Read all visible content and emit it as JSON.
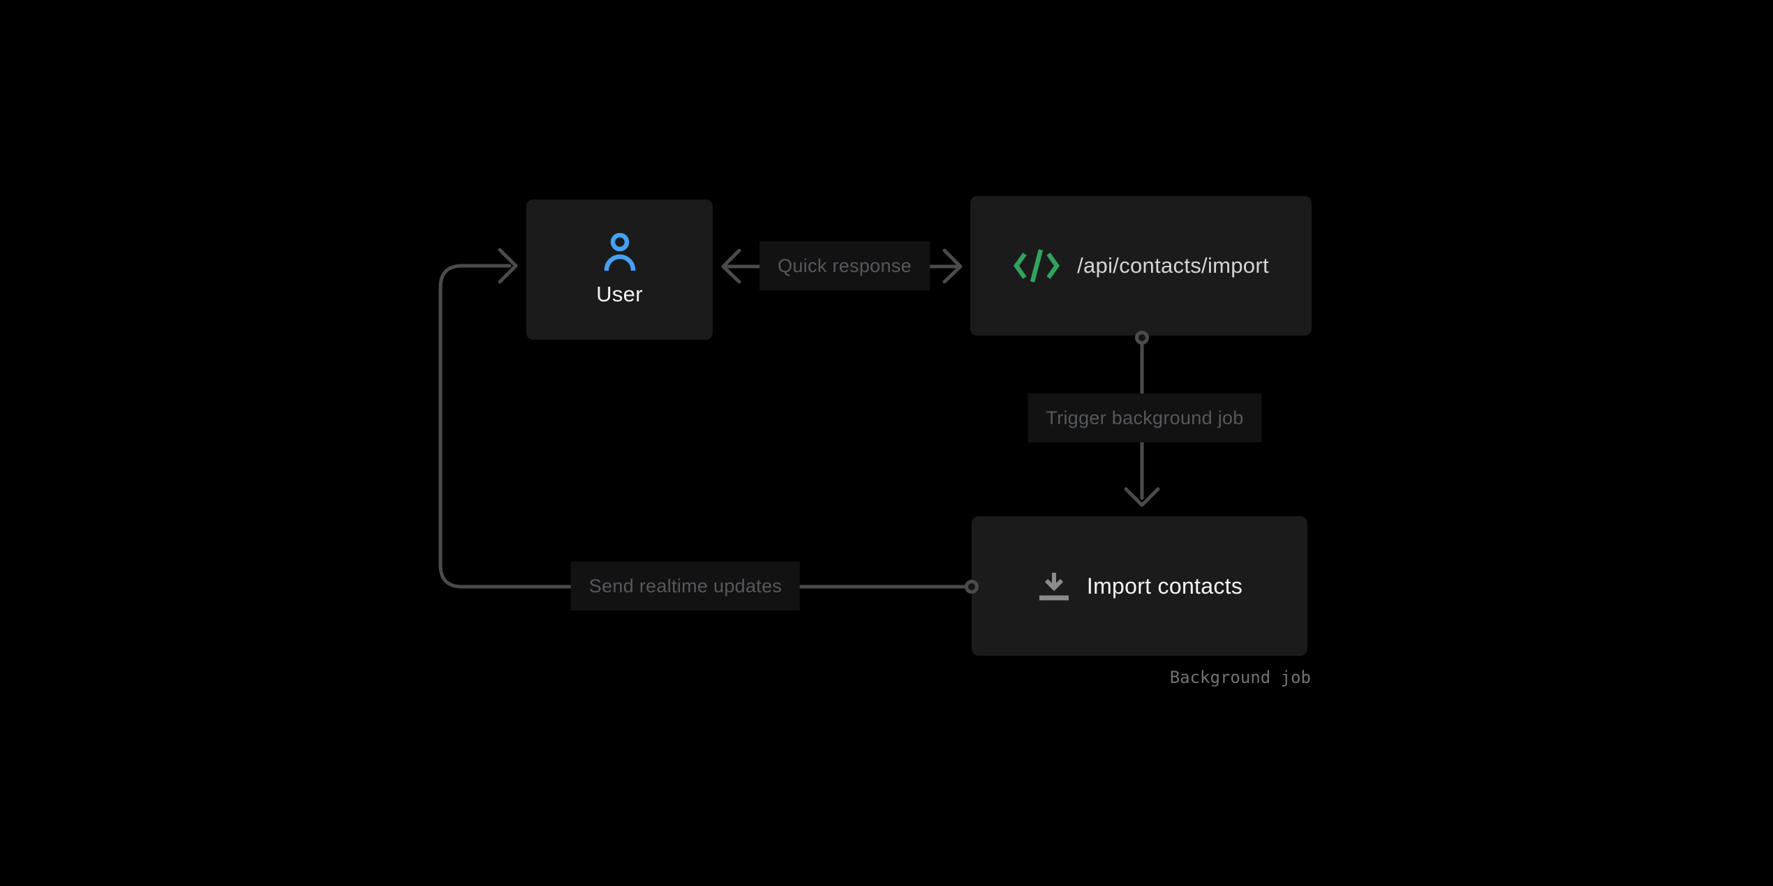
{
  "nodes": {
    "user": {
      "label": "User",
      "icon": "user-icon"
    },
    "api": {
      "label": "/api/contacts/import",
      "icon": "code-icon"
    },
    "job": {
      "label": "Import contacts",
      "icon": "download-icon",
      "caption": "Background job"
    }
  },
  "edges": {
    "quick_response": {
      "label": "Quick response",
      "from": "api",
      "to": "user",
      "direction": "bidirectional"
    },
    "trigger": {
      "label": "Trigger background job",
      "from": "api",
      "to": "job",
      "direction": "down"
    },
    "realtime": {
      "label": "Send realtime updates",
      "from": "job",
      "to": "user",
      "direction": "left-up"
    }
  },
  "colors": {
    "background": "#000000",
    "node_fill": "#1b1b1b",
    "chip_fill": "#121212",
    "edge_stroke": "#4b4b4b",
    "chip_text": "#55585c",
    "node_text": "#f2f3f4",
    "api_text": "#d4d5d6",
    "caption_text": "#727272",
    "accent_blue": "#44a2f4",
    "accent_green": "#31a35e",
    "download_icon_gray": "#8b8b8b"
  }
}
